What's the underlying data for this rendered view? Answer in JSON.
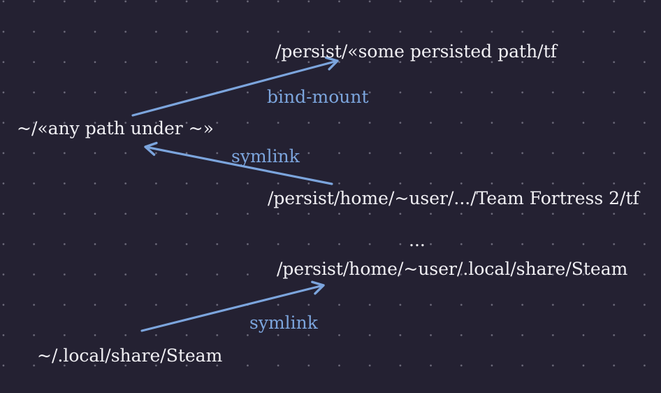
{
  "diagram": {
    "colors": {
      "background": "#242132",
      "grid_dot": "#6f6d7d",
      "arrow": "#7ca5dd",
      "node_text": "#f1f0f4",
      "edge_label_text": "#7ca5dd"
    },
    "nodes": [
      {
        "id": "persist-some-path",
        "label": "/persist/«some persisted path/tf"
      },
      {
        "id": "home-any-path",
        "label": "~/«any path under ~»"
      },
      {
        "id": "persist-tf2-path",
        "label": "/persist/home/~user/.../Team Fortress 2/tf"
      },
      {
        "id": "ellipsis",
        "label": "..."
      },
      {
        "id": "persist-steam-path",
        "label": "/persist/home/~user/.local/share/Steam"
      },
      {
        "id": "home-steam-path",
        "label": "~/.local/share/Steam"
      }
    ],
    "edges": [
      {
        "id": "bind-mount-edge",
        "label": "bind-mount"
      },
      {
        "id": "symlink-edge-1",
        "label": "symlink"
      },
      {
        "id": "symlink-edge-2",
        "label": "symlink"
      }
    ]
  }
}
